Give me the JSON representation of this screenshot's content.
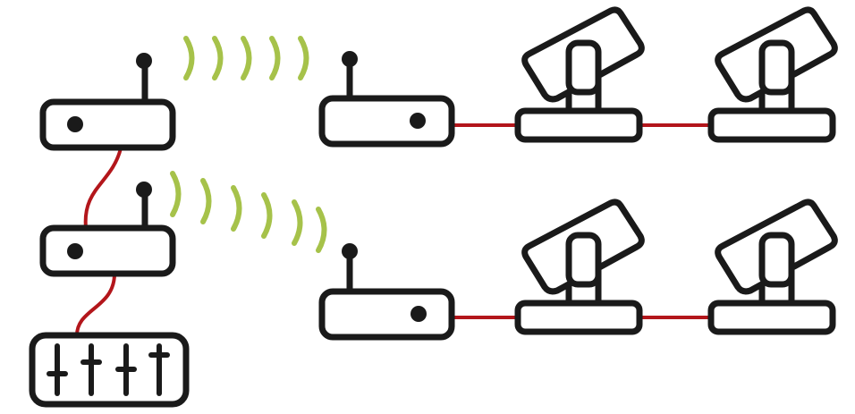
{
  "colors": {
    "outline": "#1a1a1a",
    "fill": "#ffffff",
    "cable": "#b3161b",
    "wireless": "#a6c24a"
  },
  "icons": {
    "transmitter": "wireless-transmitter-icon",
    "receiver": "wireless-receiver-icon",
    "moving_head": "moving-head-light-icon",
    "console": "lighting-console-icon",
    "signal": "wireless-signal-waves-icon"
  },
  "network": {
    "wireless_links": 2,
    "transmitters": 2,
    "receivers": 2,
    "fixtures_per_chain": 2,
    "console_faders": 4
  }
}
